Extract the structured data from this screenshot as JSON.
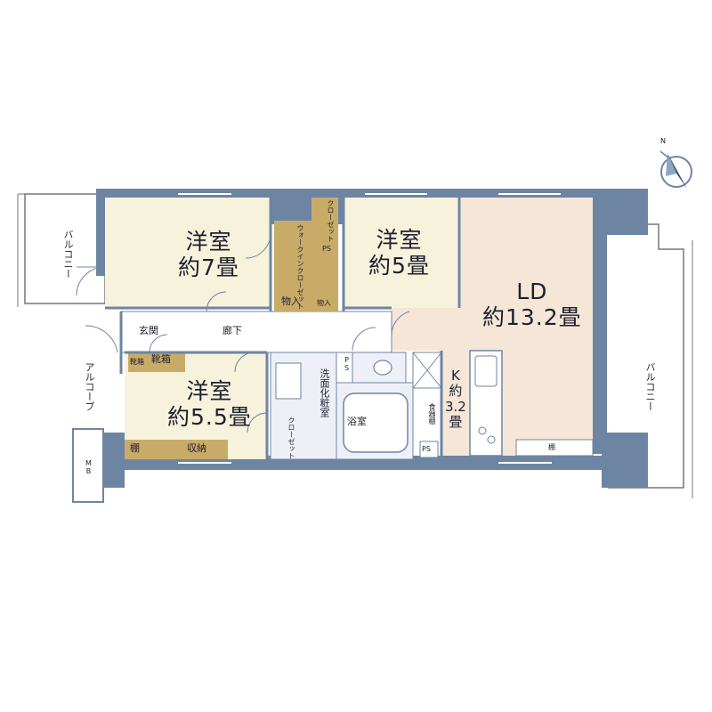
{
  "colors": {
    "wall": "#6d85a3",
    "floor_room": "#f7f2dc",
    "floor_ld": "#f6e6d7",
    "closet": "#c9ab68",
    "wet_area": "#eef0f7",
    "balcony_line": "#777777",
    "text": "#1f1f2e"
  },
  "compass": {
    "north_label": "N"
  },
  "rooms": {
    "western_room_1": {
      "name": "洋室",
      "size": "約7畳"
    },
    "western_room_2": {
      "name": "洋室",
      "size": "約5畳"
    },
    "western_room_3": {
      "name": "洋室",
      "size": "約5.5畳"
    },
    "living_dining": {
      "name": "LD",
      "size": "約13.2畳"
    },
    "kitchen": {
      "name": "K",
      "size_prefix": "約",
      "size_value": "3.2",
      "size_unit": "畳"
    }
  },
  "labels": {
    "walk_in_closet": "ウォークインクローゼット",
    "closet_top": "クローゼット",
    "closet_bottom": "クローゼット",
    "storage_large": "物入",
    "storage_small": "物入",
    "ps_top": "PS",
    "ps_mid": "PS",
    "ps_bottom": "PS",
    "entrance": "玄関",
    "shoe_box_small": "靴箱",
    "shoe_box": "靴箱",
    "corridor": "廊下",
    "washroom": "洗面化粧室",
    "bathroom": "浴室",
    "dish_cabinet": "食器棚",
    "shelf_left": "棚",
    "storage_room3": "収納",
    "shelf_kitchen": "棚",
    "balcony_left": "バルコニー",
    "balcony_right": "バルコニー",
    "alcove": "アルコーブ",
    "mb": "MB"
  }
}
